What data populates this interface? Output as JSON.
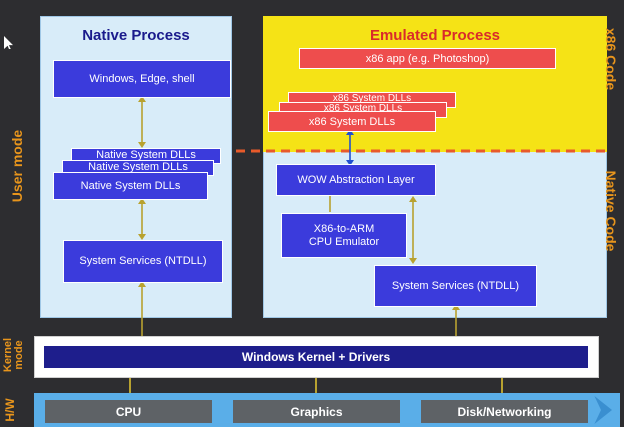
{
  "side_labels": {
    "user_mode": "User mode",
    "kernel_mode": "Kernel mode",
    "hw": "H/W",
    "x86_code": "x86 Code",
    "native_code": "Native Code"
  },
  "native": {
    "title": "Native Process",
    "apps": "Windows, Edge, shell",
    "dll_1": "Native System DLLs",
    "dll_2": "Native System DLLs",
    "dll_3": "Native System DLLs",
    "services": "System Services (NTDLL)"
  },
  "emulated": {
    "title": "Emulated Process",
    "app": "x86 app (e.g. Photoshop)",
    "dll_1": "x86 System DLLs",
    "dll_2": "x86 System DLLs",
    "dll_3": "x86 System DLLs",
    "wow": "WOW Abstraction Layer",
    "emulator_line1": "X86-to-ARM",
    "emulator_line2": "CPU Emulator",
    "services": "System Services (NTDLL)"
  },
  "kernel": {
    "label": "Windows Kernel + Drivers"
  },
  "hardware": {
    "cpu": "CPU",
    "graphics": "Graphics",
    "disk": "Disk/Networking"
  },
  "colors": {
    "blue_box": "#3b3bdc",
    "red_box": "#ee4d4d",
    "yellow": "#f5e316",
    "orange": "#e8951c",
    "light_blue": "#d8ecf9",
    "dark_navy": "#1e1e8c"
  }
}
